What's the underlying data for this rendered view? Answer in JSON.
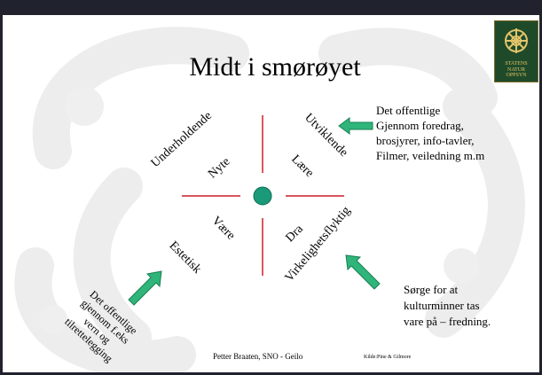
{
  "slide": {
    "title": "Midt i smørøyet",
    "logo_text": [
      "STATENS",
      "NATUR",
      "OPPSYN"
    ],
    "quadrants": {
      "outer_top_left": "Underholdende",
      "outer_top_right": "Utviklende",
      "outer_bottom_left": "Estetisk",
      "outer_bottom_right": "Virkelighetsflyktig",
      "inner_top_left": "Nyte",
      "inner_top_right": "Lære",
      "inner_bottom_left": "Være",
      "inner_bottom_right": "Dra"
    },
    "right_note": [
      "Det offentlige",
      "Gjennom foredrag,",
      "brosjyrer, info-tavler,",
      "Filmer, veiledning m.m"
    ],
    "left_note": [
      "Det offentlige",
      "gjennom f.eks",
      "vern og",
      "tilrettelegging"
    ],
    "bottom_right_note": [
      "Sørge for at",
      "kulturminner tas",
      "vare på – fredning."
    ],
    "footer_center": "Petter Braaten, SNO - Geilo",
    "footer_source": "Kilde:Pine & Gilmore",
    "colors": {
      "frame": "#20222e",
      "cross": "#cc1f2a",
      "circle": "#1b9a7a",
      "arrow": "#2fb57a",
      "logo_bg": "#1f4a2a",
      "logo_text": "#e3c46a"
    },
    "icons": [
      "sno-logo-icon",
      "arrow-left-icon",
      "arrow-up-right-icon",
      "arrow-up-left-icon",
      "center-circle-icon"
    ]
  }
}
